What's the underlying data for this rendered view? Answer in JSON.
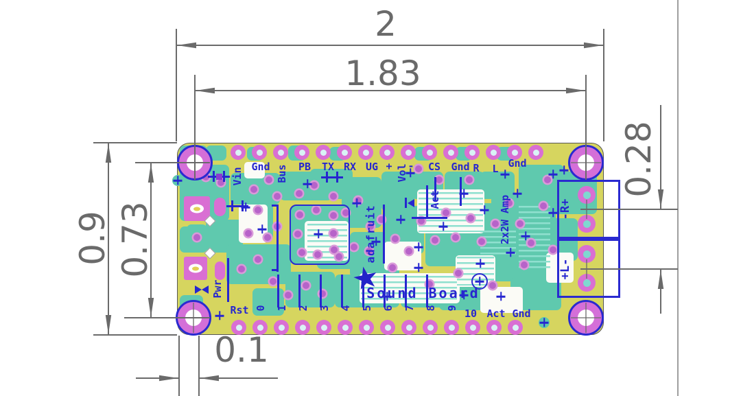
{
  "dimensions": {
    "board_width": "2",
    "hole_span_horizontal": "1.83",
    "board_height": "0.9",
    "hole_span_vertical": "0.73",
    "speaker_terminal_spacing": "0.28",
    "mounting_hole_diameter": "0.1"
  },
  "board": {
    "top_pins": [
      "Vin",
      "Gnd",
      "Bus",
      "PB",
      "TX",
      "RX",
      "UG",
      "+",
      "Vol",
      "-",
      "CS",
      "Gnd",
      "R",
      "L",
      "Gnd"
    ],
    "bottom_pins": [
      "Rst",
      "0",
      "1",
      "2",
      "3",
      "4",
      "5",
      "6",
      "7",
      "8",
      "9",
      "10",
      "Act",
      "Gnd"
    ],
    "silkscreen": {
      "brand": "adafruit",
      "product_name": "Sound Board",
      "amp_label": "2x2W Amp",
      "act_label": "Act",
      "pwr_label": "Pwr",
      "terminal_right_channel": "-R+",
      "terminal_left_channel": "+L-"
    },
    "icons": {
      "star": "★"
    },
    "colors": {
      "substrate_yellow": "#d6d55f",
      "copper_teal": "#5fc9ae",
      "pad_pink": "#d96fd3",
      "via_purple": "#b763c9",
      "silkscreen_blue": "#2626cf",
      "dimension_gray": "#6a6a6a"
    }
  }
}
